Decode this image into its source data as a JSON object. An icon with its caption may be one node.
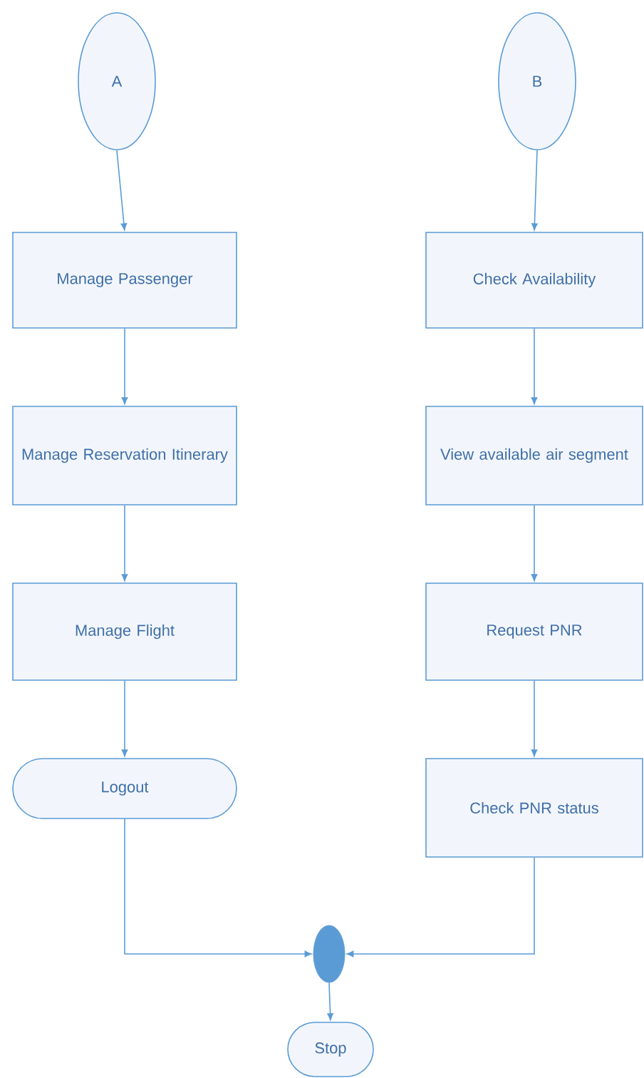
{
  "diagram": {
    "nodes": [
      {
        "text": [
          "A"
        ]
      },
      {
        "text": [
          "B"
        ]
      },
      {
        "text": [
          "Manage Passenger"
        ]
      },
      {
        "text": [
          "Manage Reservation Itinerary"
        ]
      },
      {
        "text": [
          "Manage Flight"
        ]
      },
      {
        "text": [
          "Logout"
        ]
      },
      {
        "text": [
          "Check Availability"
        ]
      },
      {
        "text": [
          "View available air segment"
        ]
      },
      {
        "text": [
          "Request PNR"
        ]
      },
      {
        "text": [
          "Check PNR status"
        ]
      },
      {
        "text": [],
        "shape": "circle"
      },
      {
        "text": [
          "Stop"
        ]
      }
    ],
    "edges": [
      {
        "from": 0,
        "to": 2,
        "arrow": "to"
      },
      {
        "from": 2,
        "to": 3,
        "arrow": "to"
      },
      {
        "from": 3,
        "to": 4,
        "arrow": "to"
      },
      {
        "from": 4,
        "to": 5,
        "arrow": "to"
      },
      {
        "from": 1,
        "to": 6,
        "arrow": "to"
      },
      {
        "from": 6,
        "to": 7,
        "arrow": "to"
      },
      {
        "from": 7,
        "to": 8,
        "arrow": "to"
      },
      {
        "from": 8,
        "to": 9,
        "arrow": "to"
      },
      {
        "from": 5,
        "to": 10,
        "arrow": "to"
      },
      {
        "from": 9,
        "to": 10,
        "arrow": "to"
      },
      {
        "from": 10,
        "to": 11,
        "arrow": "to"
      }
    ]
  }
}
